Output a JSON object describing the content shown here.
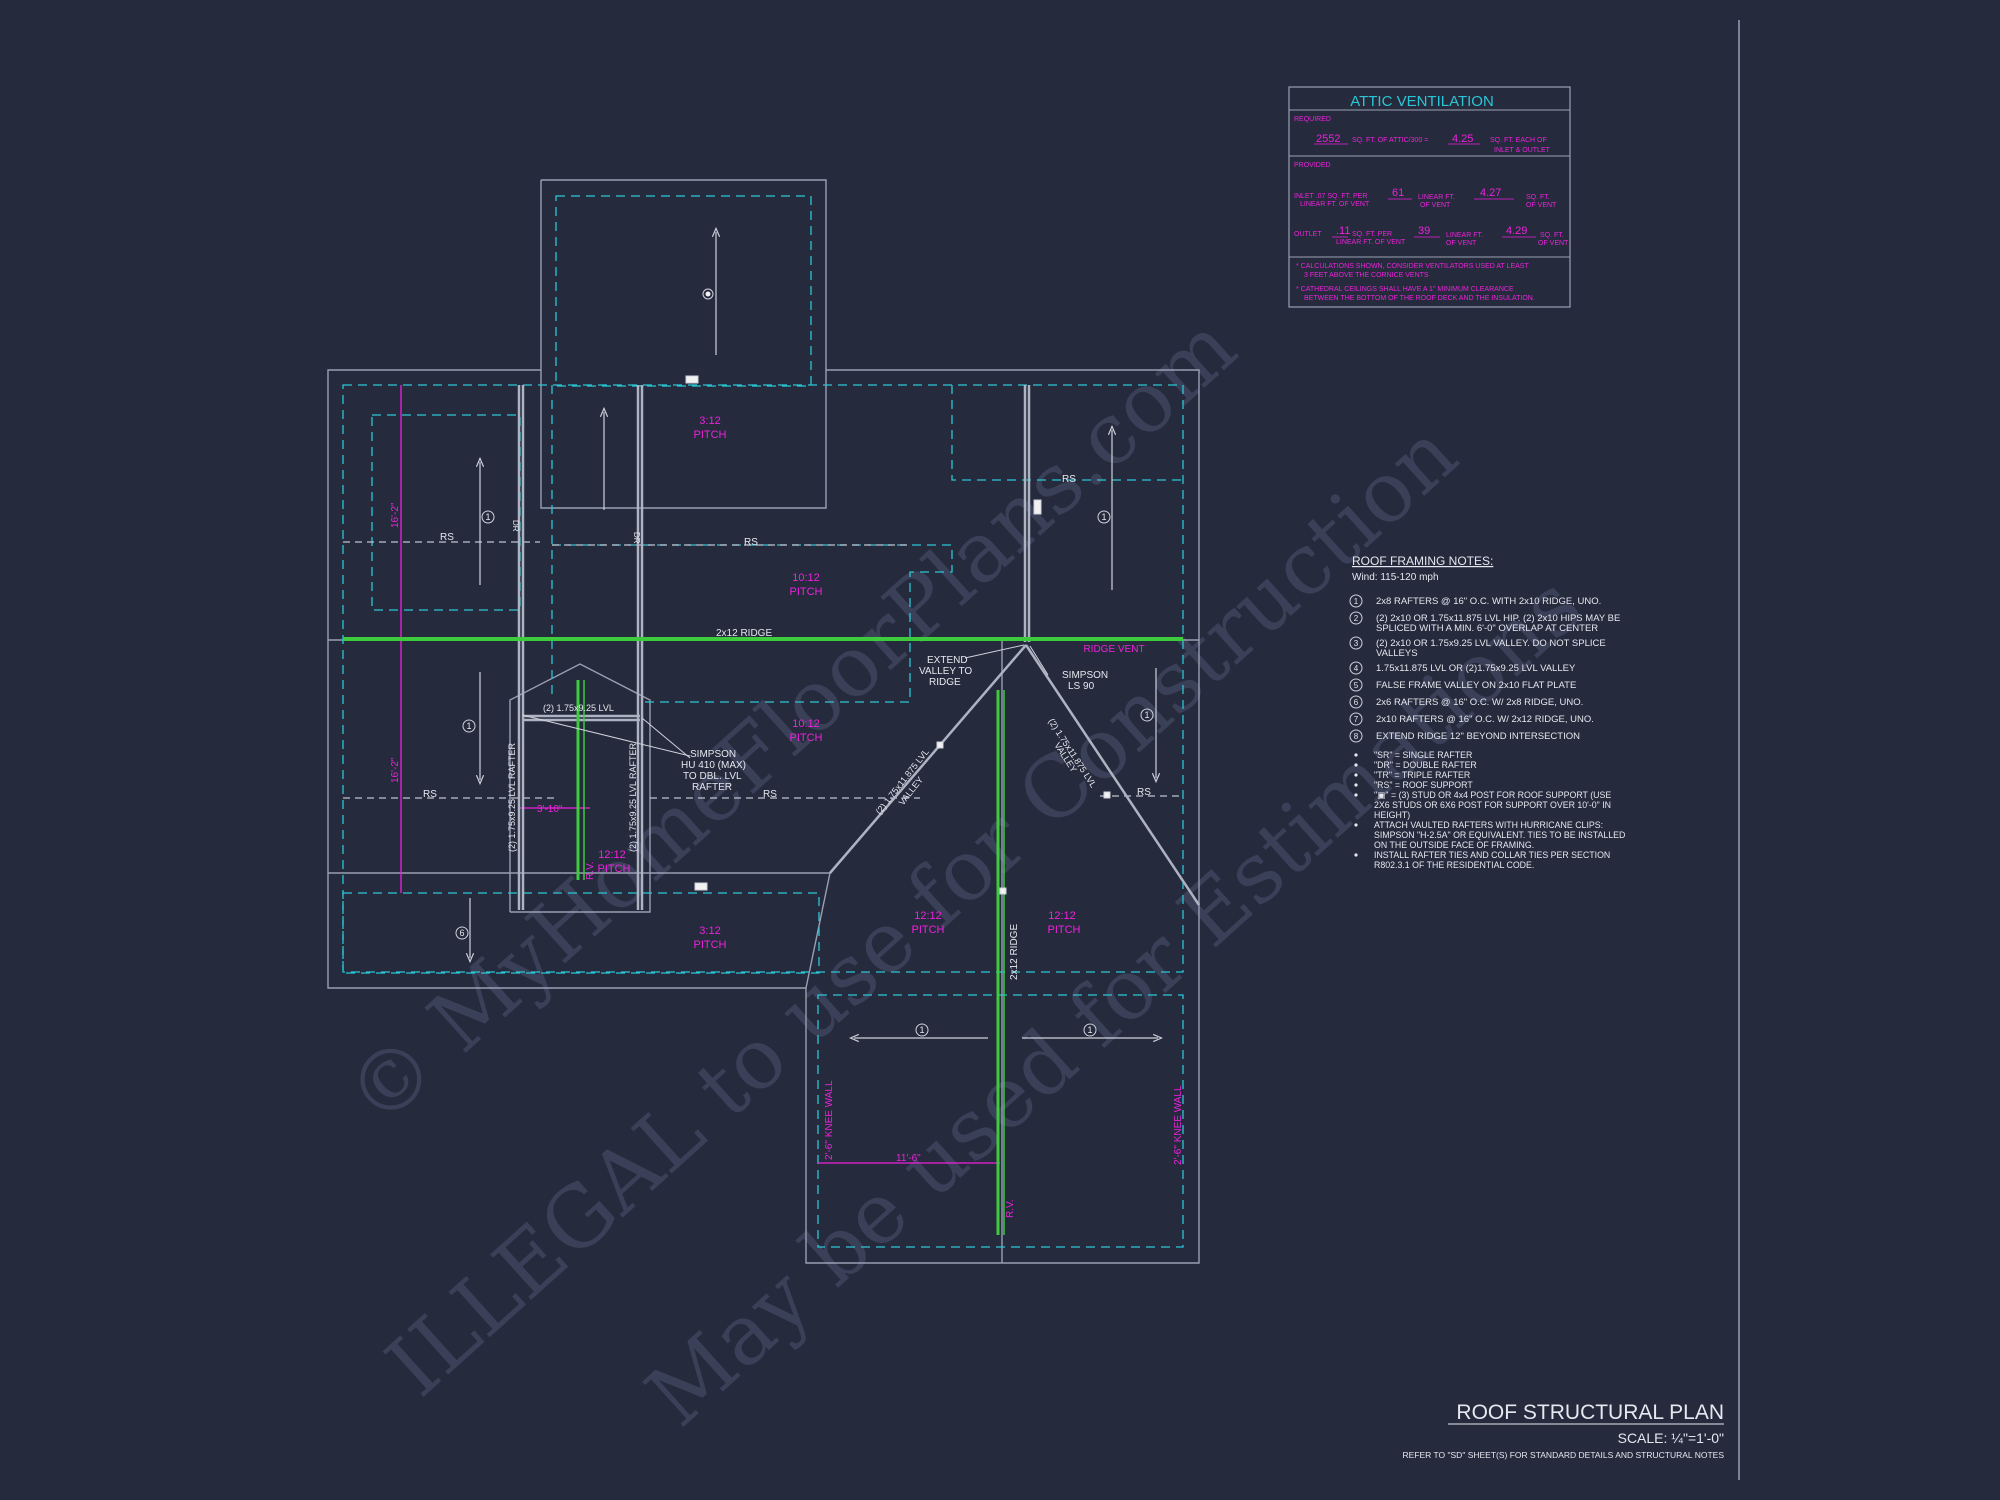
{
  "colors": {
    "background": "#252a3c",
    "outline": "#9aa0b4",
    "dashed": "#2bc6d6",
    "magenta": "#ee22dd",
    "ridge_green": "#3ccc3c",
    "text_white": "#e6e8ef",
    "watermark": "#3a4058"
  },
  "ventilation": {
    "title": "ATTIC VENTILATION",
    "required_label": "REQUIRED",
    "req_value1": "2552",
    "req_text1": "SQ. FT. OF ATTIC/300 =",
    "req_value2": "4.25",
    "req_text2a": "SQ. FT. EACH OF",
    "req_text2b": "INLET & OUTLET",
    "provided_label": "PROVIDED",
    "inlet_a": "INLET .07 SQ. FT. PER",
    "inlet_b": "LINEAR FT. OF VENT",
    "inlet_lf": "61",
    "inlet_lf_a": "LINEAR FT.",
    "inlet_lf_b": "OF VENT",
    "inlet_sf": "4.27",
    "inlet_sf_a": "SQ. FT.",
    "inlet_sf_b": "OF VENT",
    "outlet_a": "OUTLET",
    "outlet_rate": ".11",
    "outlet_b": "SQ. FT. PER",
    "outlet_c": "LINEAR FT. OF VENT",
    "outlet_lf": "39",
    "outlet_lf_a": "LINEAR FT.",
    "outlet_lf_b": "OF VENT",
    "outlet_sf": "4.29",
    "outlet_sf_a": "SQ. FT.",
    "outlet_sf_b": "OF VENT",
    "note1a": "* CALCULATIONS SHOWN, CONSIDER VENTILATORS USED AT LEAST",
    "note1b": "3 FEET ABOVE THE CORNICE VENTS",
    "note2a": "* CATHEDRAL CEILINGS SHALL HAVE A 1\" MINIMUM CLEARANCE",
    "note2b": "BETWEEN THE BOTTOM OF THE ROOF DECK AND THE INSULATION."
  },
  "plan": {
    "pitch_3_12": "3:12",
    "pitch_10_12": "10:12",
    "pitch_12_12": "12:12",
    "pitch_word": "PITCH",
    "ridge_2x12": "2x12 RIDGE",
    "ridge_vent": "RIDGE VENT",
    "rs": "RS",
    "dr": "DR",
    "extend_1": "EXTEND",
    "extend_2": "VALLEY TO",
    "extend_3": "RIDGE",
    "simpson_ls_1": "SIMPSON",
    "simpson_ls_2": "LS 90",
    "simpson_hu_1": "SIMPSON",
    "simpson_hu_2": "HU 410 (MAX)",
    "simpson_hu_3": "TO DBL. LVL",
    "simpson_hu_4": "RAFTER",
    "lvl_top": "(2) 1.75x9.25 LVL",
    "lvl_rafter": "(2) 1.75x9.25 LVL RAFTER",
    "valley_lvl": "(2) 1.75x11.875 LVL",
    "valley_word": "VALLEY",
    "dim_16_2": "16'-2\"",
    "dim_3_10": "3'-10\"",
    "dim_11_6": "11'-6\"",
    "rv": "R.V.",
    "knee_wall": "2'-6\" KNEE WALL",
    "tag_1": "1",
    "tag_6": "6"
  },
  "notes": {
    "title": "ROOF FRAMING NOTES:",
    "wind": "Wind: 115-120 mph",
    "items": [
      {
        "num": "1",
        "lines": [
          "2x8 RAFTERS @ 16\" O.C. WITH 2x10 RIDGE, UNO."
        ]
      },
      {
        "num": "2",
        "lines": [
          "(2) 2x10 OR 1.75x11.875 LVL HIP. (2) 2x10 HIPS MAY BE",
          "SPLICED WITH A MIN. 6'-0\" OVERLAP AT CENTER"
        ]
      },
      {
        "num": "3",
        "lines": [
          "(2) 2x10 OR 1.75x9.25 LVL VALLEY. DO NOT SPLICE",
          "VALLEYS"
        ]
      },
      {
        "num": "4",
        "lines": [
          "1.75x11.875 LVL OR (2)1.75x9.25 LVL VALLEY"
        ]
      },
      {
        "num": "5",
        "lines": [
          "FALSE FRAME VALLEY ON 2x10 FLAT PLATE"
        ]
      },
      {
        "num": "6",
        "lines": [
          "2x6 RAFTERS @ 16\" O.C. W/ 2x8 RIDGE, UNO."
        ]
      },
      {
        "num": "7",
        "lines": [
          "2x10 RAFTERS @ 16\" O.C. W/ 2x12 RIDGE, UNO."
        ]
      },
      {
        "num": "8",
        "lines": [
          "EXTEND RIDGE 12\" BEYOND INTERSECTION"
        ]
      }
    ],
    "bullets": [
      [
        "\"SR\" = SINGLE RAFTER"
      ],
      [
        "\"DR\" = DOUBLE RAFTER"
      ],
      [
        "\"TR\" = TRIPLE RAFTER"
      ],
      [
        "\"RS\" = ROOF SUPPORT"
      ],
      [
        "\"▣\" = (3) STUD OR 4x4 POST FOR ROOF SUPPORT (USE",
        "2X6 STUDS OR 6X6 POST FOR SUPPORT OVER 10'-0\" IN",
        "HEIGHT)"
      ],
      [
        "ATTACH VAULTED RAFTERS WITH HURRICANE CLIPS:",
        "SIMPSON \"H-2.5A\" OR EQUIVALENT. TIES TO BE INSTALLED",
        "ON THE OUTSIDE FACE OF FRAMING."
      ],
      [
        "INSTALL RAFTER TIES AND COLLAR TIES PER SECTION",
        "R802.3.1 OF THE RESIDENTIAL CODE."
      ]
    ]
  },
  "title_block": {
    "title": "ROOF STRUCTURAL PLAN",
    "scale": "SCALE: ¼\"=1'-0\"",
    "refer": "REFER TO \"SD\" SHEET(S) FOR STANDARD DETAILS AND STRUCTURAL NOTES"
  },
  "watermark": {
    "line1": "© MyHomeFloorPlans.com",
    "line2": "ILLEGAL to use for Construction",
    "line3": "May be used for Estimations"
  }
}
